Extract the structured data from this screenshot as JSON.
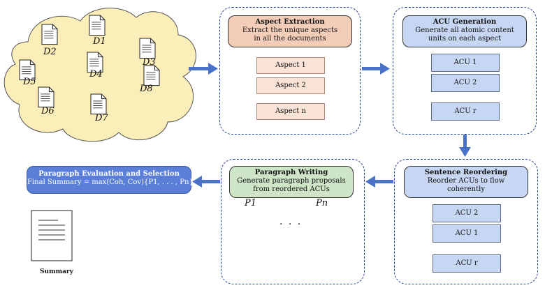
{
  "documents": {
    "labels": [
      "D2",
      "D1",
      "D3",
      "D4",
      "D5",
      "D8",
      "D6",
      "D7"
    ]
  },
  "aspect_extraction": {
    "title": "Aspect Extraction",
    "line1": "Extract the unique aspects",
    "line2": "in all the documents",
    "items": [
      "Aspect 1",
      "Aspect 2",
      "Aspect n"
    ]
  },
  "acu_generation": {
    "title": "ACU Generation",
    "line1": "Generate all atomic content",
    "line2": "units on each aspect",
    "items": [
      "ACU 1",
      "ACU 2",
      "ACU r"
    ]
  },
  "sentence_reordering": {
    "title": "Sentence Reordering",
    "line1": "Reorder ACUs to flow",
    "line2": "coherently",
    "items": [
      "ACU 2",
      "ACU 1",
      "ACU r"
    ]
  },
  "paragraph_writing": {
    "title": "Paragraph Writing",
    "line1": "Generate paragraph proposals",
    "line2": "from reordered ACUs",
    "p1": "P1",
    "pn": "Pn",
    "ellipsis": "· · ·"
  },
  "paragraph_selection": {
    "title": "Paragraph Evaluation and Selection",
    "formula": "Final Summary = max(Coh, Cov){P1, . . . , Pn}"
  },
  "summary": {
    "label": "Summary"
  },
  "colors": {
    "panel_border": "#1f3f8f",
    "arrow": "#4a72c8",
    "orange": "#f4cdb9",
    "blue": "#c7d6f2",
    "green": "#cfe5c7",
    "final": "#5b7fd6",
    "cloud": "#fbeeb8"
  },
  "icons": [
    "document-icon",
    "arrow-right-icon",
    "arrow-down-icon",
    "arrow-left-icon",
    "cloud-shape"
  ]
}
